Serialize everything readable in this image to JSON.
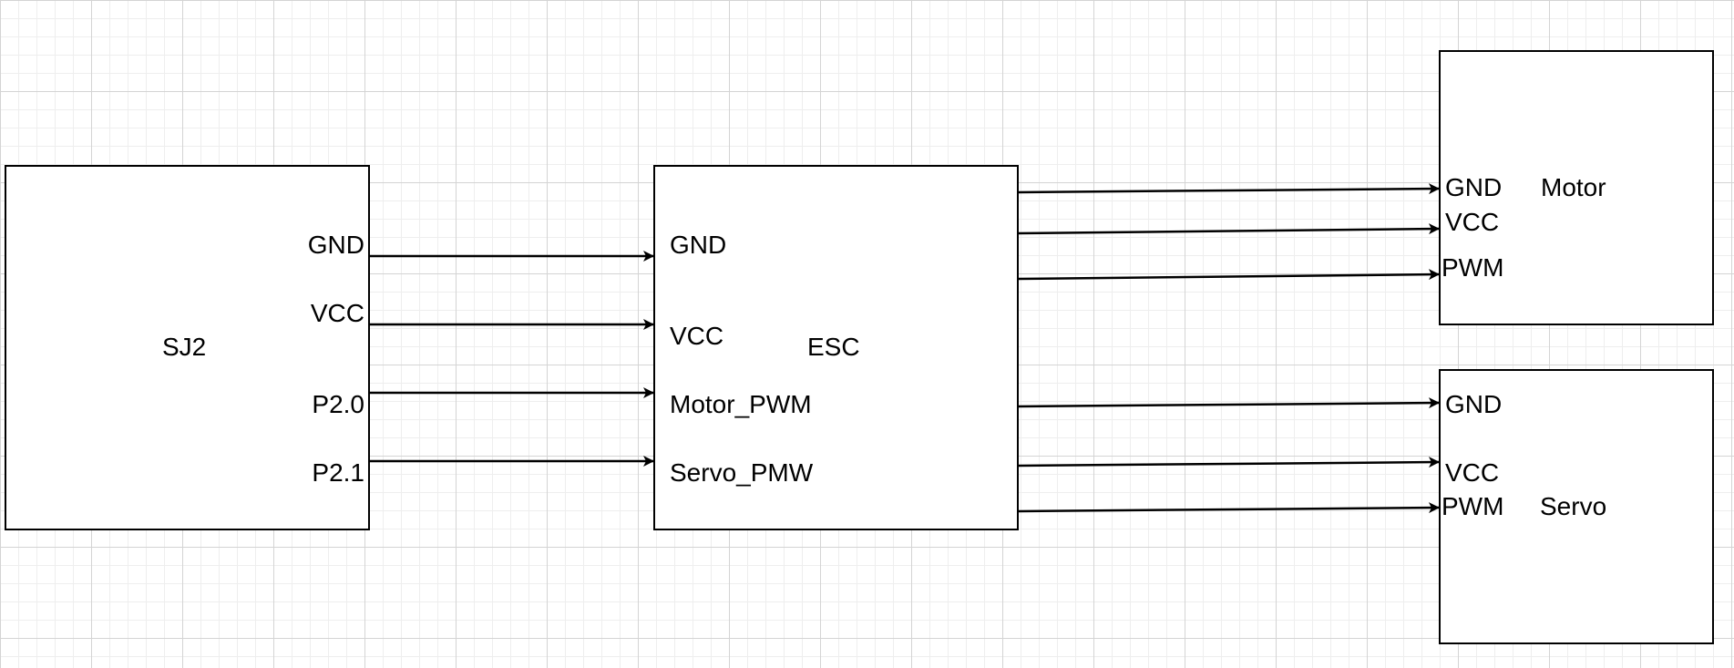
{
  "blocks": {
    "sj2": {
      "title": "SJ2",
      "pins": [
        "GND",
        "VCC",
        "P2.0",
        "P2.1"
      ]
    },
    "esc": {
      "title": "ESC",
      "pins": [
        "GND",
        "VCC",
        "Motor_PWM",
        "Servo_PMW"
      ]
    },
    "motor": {
      "title": "Motor",
      "pins": [
        "GND",
        "VCC",
        "PWM"
      ]
    },
    "servo": {
      "title": "Servo",
      "pins": [
        "GND",
        "VCC",
        "PWM"
      ]
    }
  },
  "connections": [
    {
      "from": "SJ2.GND",
      "to": "ESC.GND"
    },
    {
      "from": "SJ2.VCC",
      "to": "ESC.VCC"
    },
    {
      "from": "SJ2.P2.0",
      "to": "ESC.Motor_PWM"
    },
    {
      "from": "SJ2.P2.1",
      "to": "ESC.Servo_PMW"
    },
    {
      "from": "ESC",
      "to": "Motor.GND"
    },
    {
      "from": "ESC",
      "to": "Motor.VCC"
    },
    {
      "from": "ESC",
      "to": "Motor.PWM"
    },
    {
      "from": "ESC",
      "to": "Servo.GND"
    },
    {
      "from": "ESC",
      "to": "Servo.VCC"
    },
    {
      "from": "ESC",
      "to": "Servo.PWM"
    }
  ],
  "colors": {
    "line": "#000000",
    "grid": "#d4d4d4",
    "background": "#ffffff"
  }
}
